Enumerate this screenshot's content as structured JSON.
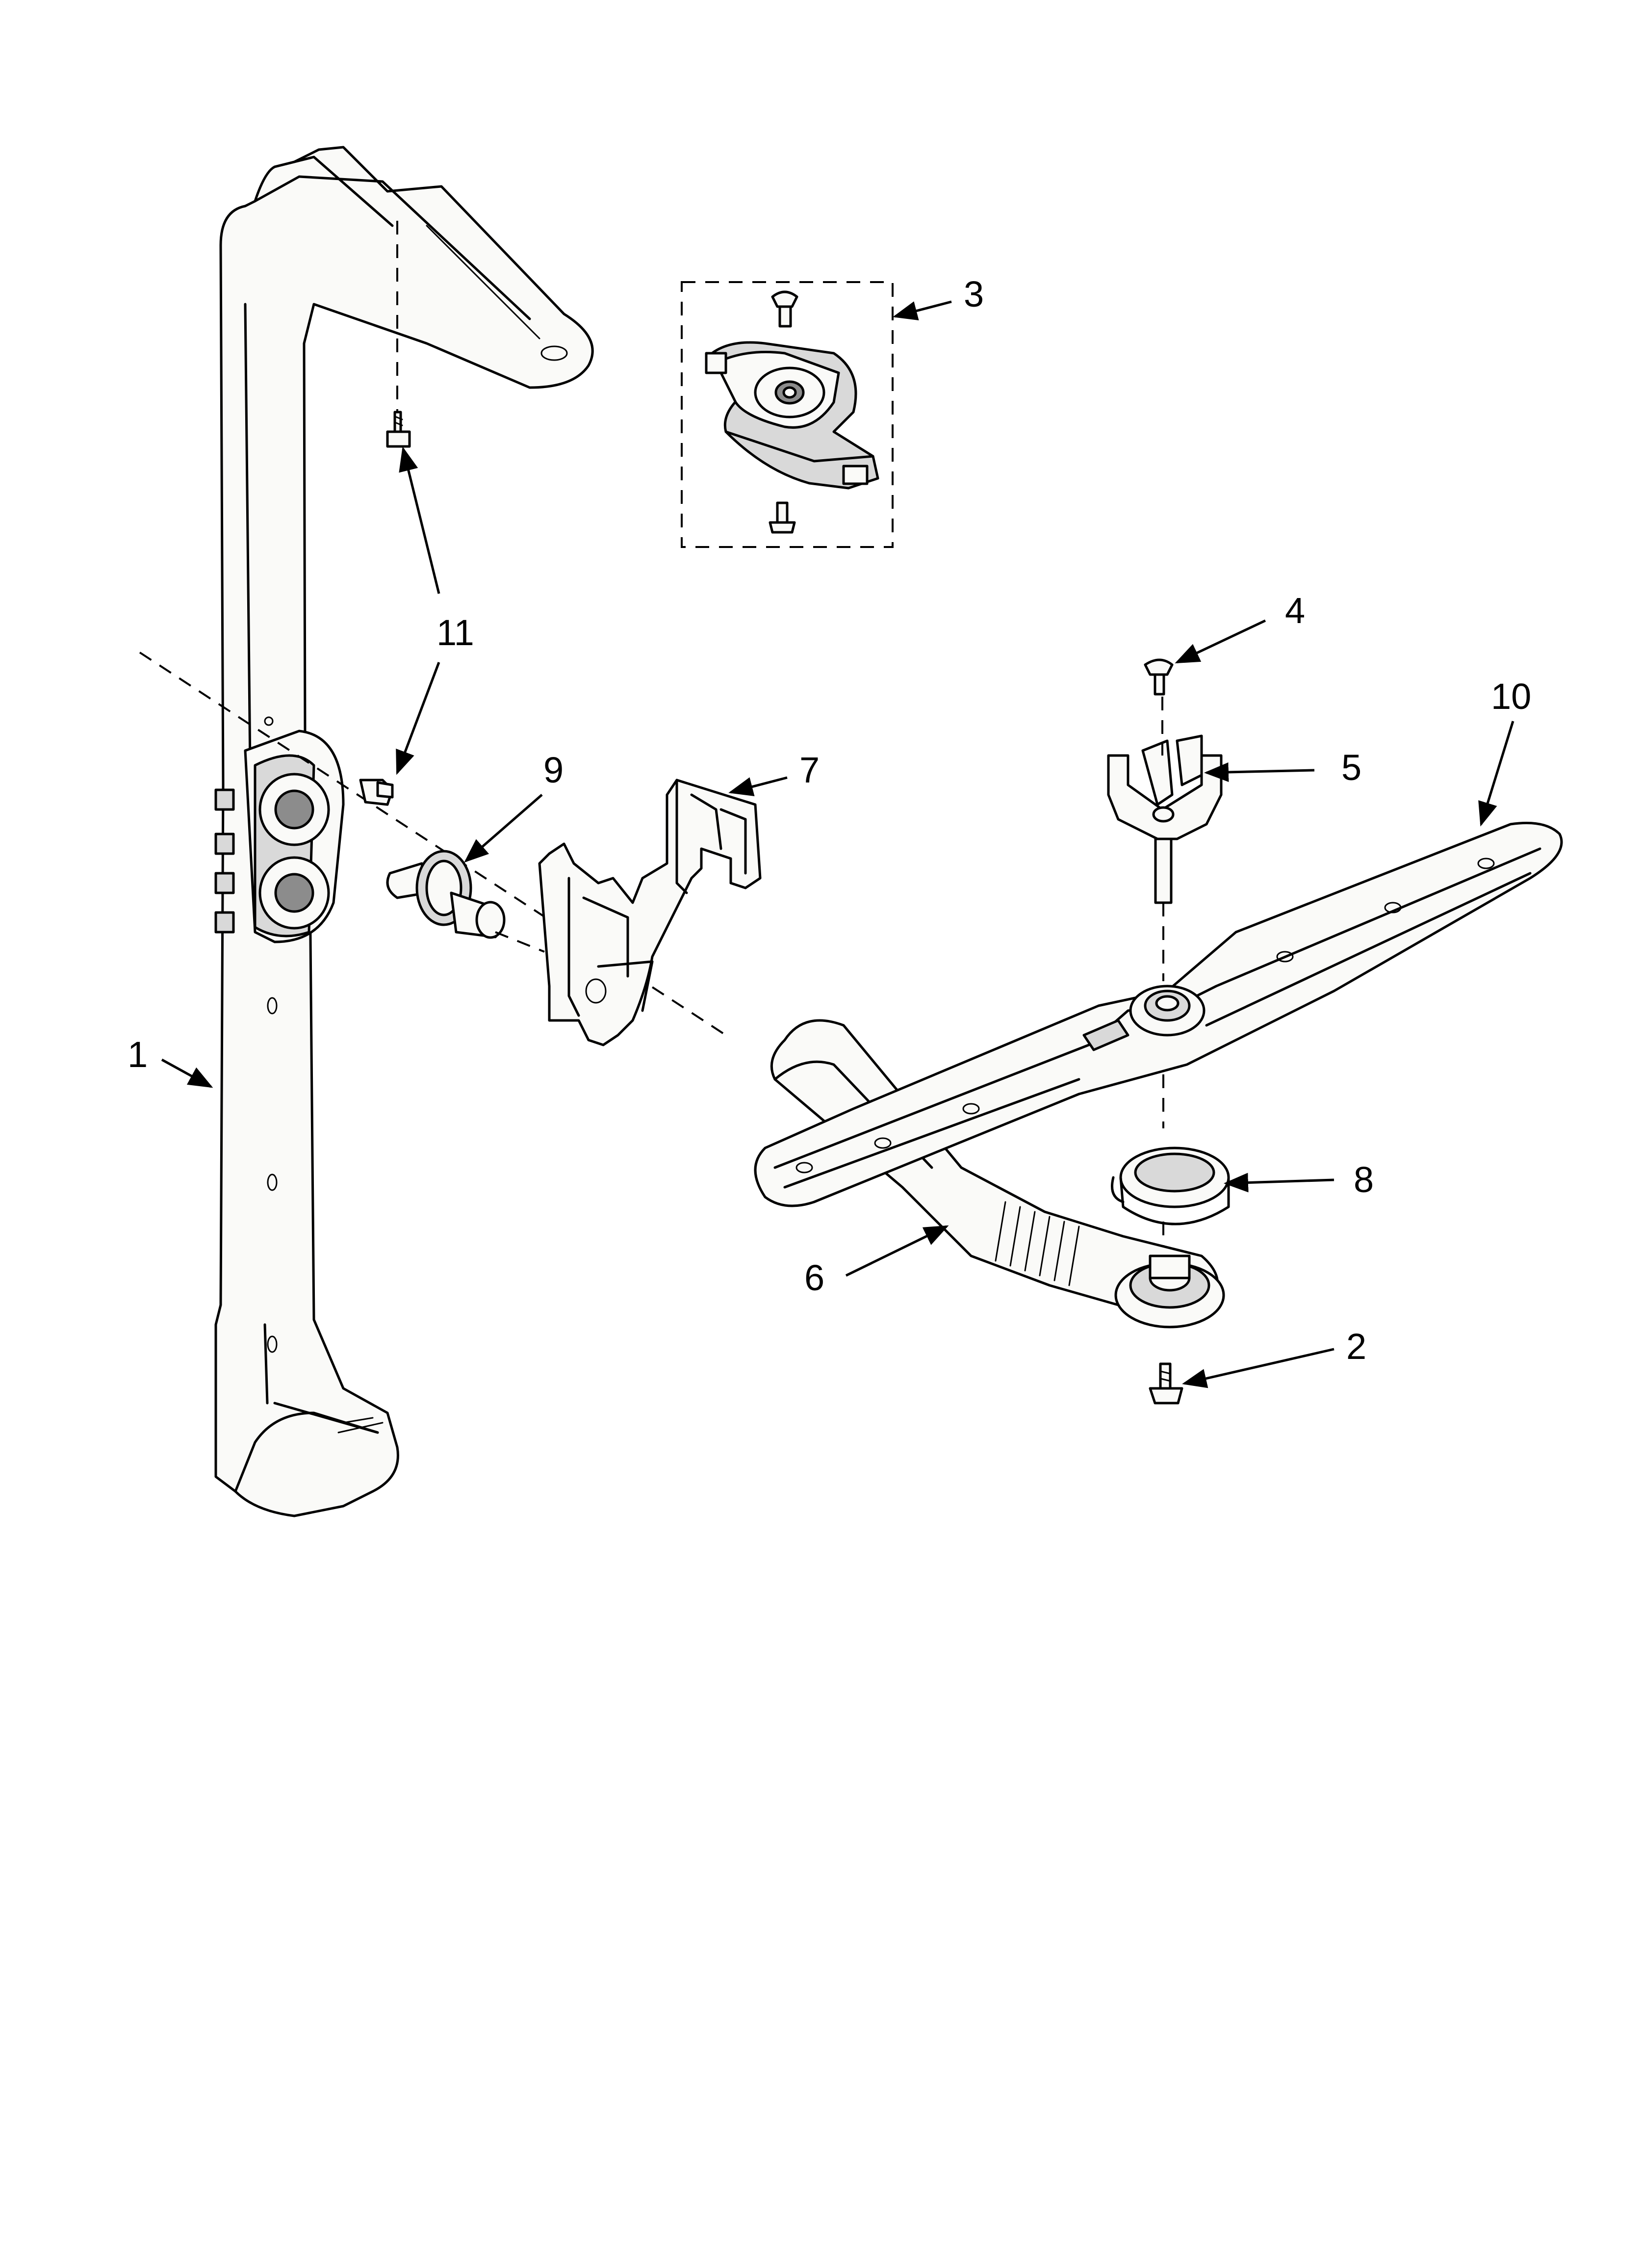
{
  "callouts": [
    {
      "id": "1",
      "label": "1",
      "part": "upper-spray-arm-supply-tube"
    },
    {
      "id": "2",
      "label": "2",
      "part": "screw"
    },
    {
      "id": "3",
      "label": "3",
      "part": "manifold-assembly"
    },
    {
      "id": "4",
      "label": "4",
      "part": "screw"
    },
    {
      "id": "5",
      "label": "5",
      "part": "retainer-clip"
    },
    {
      "id": "6",
      "label": "6",
      "part": "spray-arm-feed-tube"
    },
    {
      "id": "7",
      "label": "7",
      "part": "bracket"
    },
    {
      "id": "8",
      "label": "8",
      "part": "seal-ring"
    },
    {
      "id": "9",
      "label": "9",
      "part": "valve"
    },
    {
      "id": "10",
      "label": "10",
      "part": "lower-spray-arm"
    },
    {
      "id": "11",
      "label": "11",
      "part": "screw"
    }
  ]
}
